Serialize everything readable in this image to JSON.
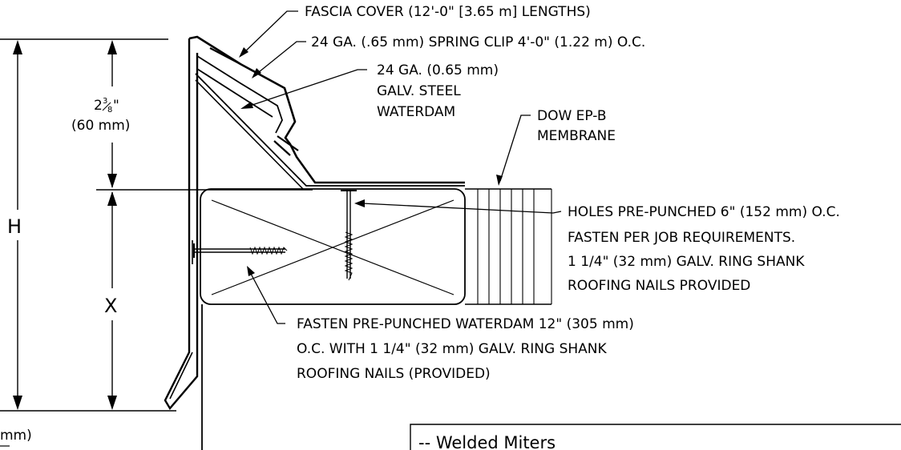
{
  "labels": {
    "fascia_cover": "FASCIA COVER (12'-0\" [3.65 m] LENGTHS)",
    "spring_clip": "24 GA. (.65 mm) SPRING CLIP 4'-0\" (1.22 m) O.C.",
    "waterdam_1": "24 GA. (0.65 mm)",
    "waterdam_2": "GALV. STEEL",
    "waterdam_3": "WATERDAM",
    "membrane_1": "DOW EP-B",
    "membrane_2": "MEMBRANE",
    "holes_1": "HOLES PRE-PUNCHED 6\" (152 mm) O.C.",
    "holes_2": "FASTEN PER JOB REQUIREMENTS.",
    "holes_3": "1 1/4\" (32 mm) GALV. RING SHANK",
    "holes_4": "ROOFING NAILS PROVIDED",
    "fasten_1": "FASTEN PRE-PUNCHED WATERDAM 12\" (305 mm)",
    "fasten_2": "O.C. WITH 1 1/4\" (32 mm) GALV. RING SHANK",
    "fasten_3": "ROOFING NAILS (PROVIDED)"
  },
  "dimensions": {
    "h": "H",
    "x": "X",
    "top_whole": "2",
    "top_frac_num": "3",
    "top_frac_den": "8",
    "top_inch": "\"",
    "top_metric": "(60 mm)",
    "bottom_partial": "mm)"
  },
  "panel": {
    "title": "-- Welded Miters"
  }
}
